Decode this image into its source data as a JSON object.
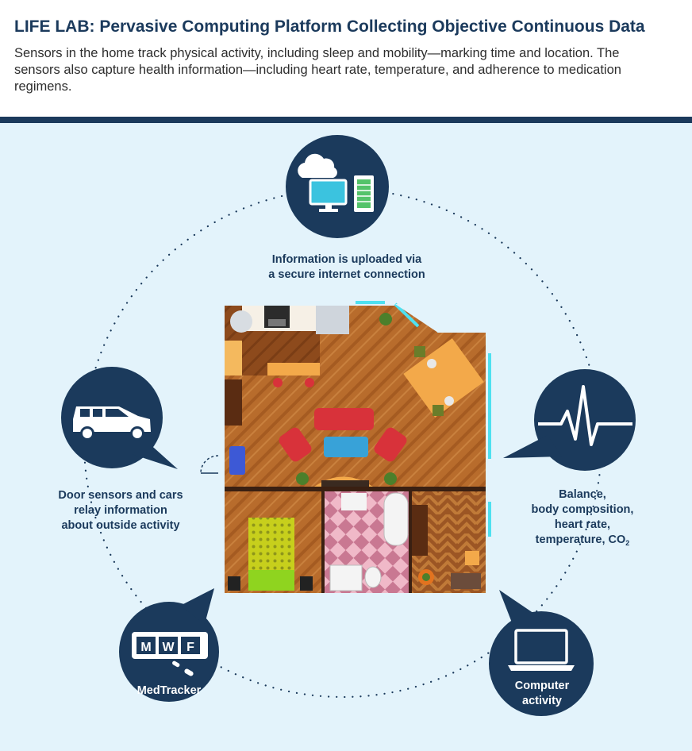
{
  "header": {
    "title": "LIFE LAB: Pervasive Computing Platform Collecting Objective Continuous Data",
    "subtitle": "Sensors in the home track physical activity, including sleep and mobility—marking time and location. The sensors also capture health information—including heart rate, temperature, and adherence to medication regimens."
  },
  "nodes": {
    "upload": {
      "icon": "cloud-computer-server-icon",
      "line1": "Information is uploaded via",
      "line2": "a secure internet connection"
    },
    "car": {
      "icon": "car-icon",
      "line1": "Door sensors and cars",
      "line2": "relay information",
      "line3": "about outside activity"
    },
    "vitals": {
      "icon": "heartbeat-icon",
      "line1": "Balance,",
      "line2": "body composition,",
      "line3": "heart rate,",
      "line4": "temperature, CO",
      "line4_sub": "2"
    },
    "medtracker": {
      "icon": "pill-dispenser-icon",
      "days": [
        "M",
        "W",
        "F"
      ],
      "label": "MedTracker"
    },
    "computer": {
      "icon": "laptop-icon",
      "line1": "Computer",
      "line2": "activity"
    }
  },
  "colors": {
    "navy": "#1b3a5c",
    "background": "#e3f3fb",
    "floor": "#b5692a",
    "sensor": "#4ee0f0",
    "furniture_red": "#d8323a"
  }
}
